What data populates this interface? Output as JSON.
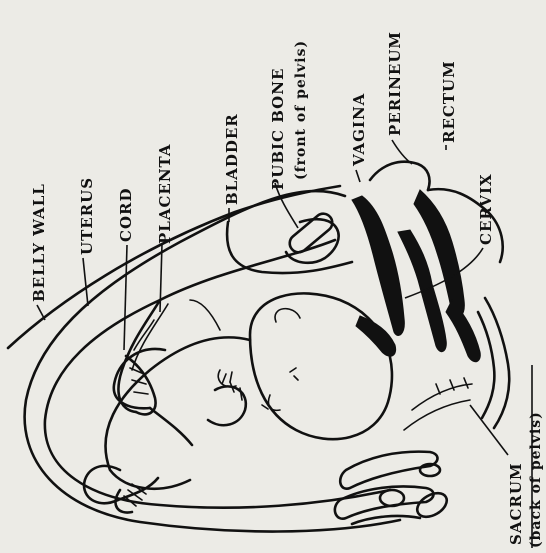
{
  "labels": {
    "belly_wall": "BELLY WALL",
    "uterus": "UTERUS",
    "cord": "CORD",
    "placenta": "PLACENTA",
    "bladder": "BLADDER",
    "pubic_bone": "PUBIC BONE",
    "pubic_bone_note": "(front of pelvis)",
    "vagina": "VAGINA",
    "perineum": "PERINEUM",
    "rectum": "RECTUM",
    "cervix": "CERVIX",
    "sacrum": "SACRUM",
    "sacrum_note": "(back of pelvis)"
  }
}
